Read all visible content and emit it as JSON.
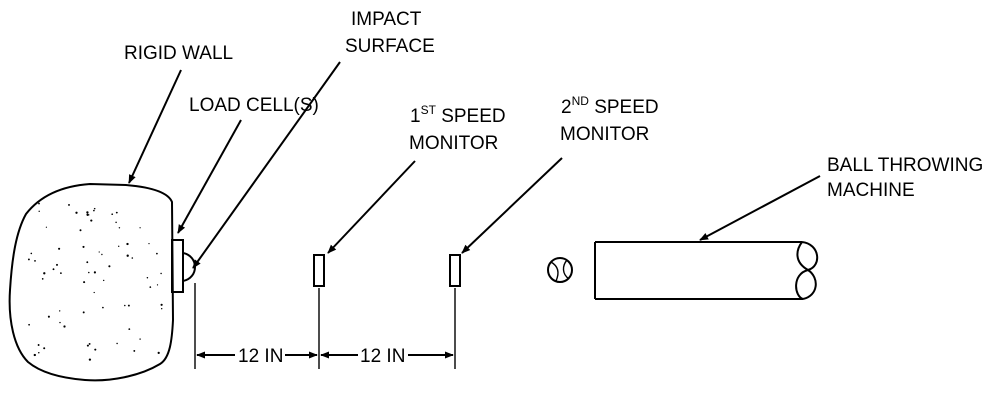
{
  "labels": {
    "rigid_wall": "RIGID WALL",
    "impact_line1": "IMPACT",
    "impact_line2": "SURFACE",
    "load_cell": "LOAD CELL(S)",
    "speed1_num": "1",
    "speed1_sup": "ST",
    "speed1_word": " SPEED",
    "speed1_line2": "MONITOR",
    "speed2_num": "2",
    "speed2_sup": "ND",
    "speed2_word": " SPEED",
    "speed2_line2": "MONITOR",
    "machine_line1": "BALL THROWING",
    "machine_line2": "MACHINE",
    "dim1": "12 IN",
    "dim2": "12 IN"
  },
  "colors": {
    "ink": "#000000",
    "background": "#ffffff"
  }
}
